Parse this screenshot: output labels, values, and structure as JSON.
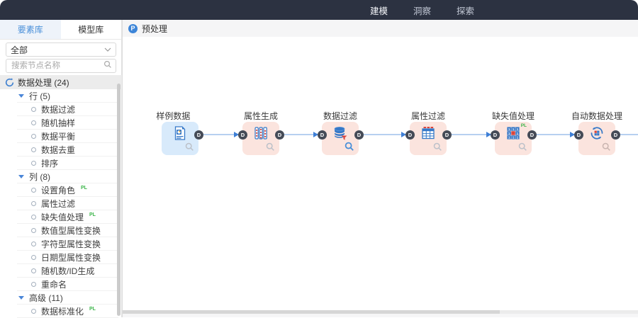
{
  "topbar": {
    "nav": [
      {
        "label": "建模"
      },
      {
        "label": "洞察"
      },
      {
        "label": "探索"
      }
    ]
  },
  "sidebar": {
    "tabs": [
      {
        "label": "要素库"
      },
      {
        "label": "模型库"
      }
    ],
    "filter_value": "全部",
    "search_placeholder": "搜索节点名称",
    "tree": [
      {
        "type": "category",
        "label": "数据处理 (24)"
      },
      {
        "type": "group",
        "label": "行 (5)"
      },
      {
        "type": "leaf",
        "label": "数据过滤"
      },
      {
        "type": "leaf",
        "label": "随机抽样"
      },
      {
        "type": "leaf",
        "label": "数据平衡"
      },
      {
        "type": "leaf",
        "label": "数据去重"
      },
      {
        "type": "leaf",
        "label": "排序"
      },
      {
        "type": "group",
        "label": "列 (8)"
      },
      {
        "type": "leaf",
        "label": "设置角色",
        "badge": "PL"
      },
      {
        "type": "leaf",
        "label": "属性过滤"
      },
      {
        "type": "leaf",
        "label": "缺失值处理",
        "badge": "PL"
      },
      {
        "type": "leaf",
        "label": "数值型属性变换"
      },
      {
        "type": "leaf",
        "label": "字符型属性变换"
      },
      {
        "type": "leaf",
        "label": "日期型属性变换"
      },
      {
        "type": "leaf",
        "label": "随机数/ID生成"
      },
      {
        "type": "leaf",
        "label": "重命名"
      },
      {
        "type": "group",
        "label": "高级 (11)"
      },
      {
        "type": "leaf",
        "label": "数据标准化",
        "badge": "PL"
      }
    ]
  },
  "canvas": {
    "tab": {
      "icon_letter": "P",
      "label": "预处理"
    },
    "nodes": [
      {
        "label": "样例数据",
        "port_out": "D"
      },
      {
        "label": "属性生成",
        "port_in": "D",
        "port_out": "D"
      },
      {
        "label": "数据过滤",
        "port_in": "D",
        "port_out": "D"
      },
      {
        "label": "属性过滤",
        "port_in": "D",
        "port_out": "D"
      },
      {
        "label": "缺失值处理",
        "port_in": "D",
        "port_out": "D",
        "badge": "PL"
      },
      {
        "label": "自动数据处理",
        "port_in": "D",
        "port_out": "D"
      }
    ]
  },
  "colors": {
    "topbar_bg": "#2c3241",
    "accent_blue": "#4a90d9",
    "node_blue_bg": "#d8eafb",
    "node_pink_bg": "#fbe4de",
    "icon_blue": "#3578c8",
    "icon_red": "#d9453c",
    "badge_green": "#3cb54a",
    "line_blue": "#b7d0f0",
    "arrow_blue": "#3e7fd6"
  }
}
